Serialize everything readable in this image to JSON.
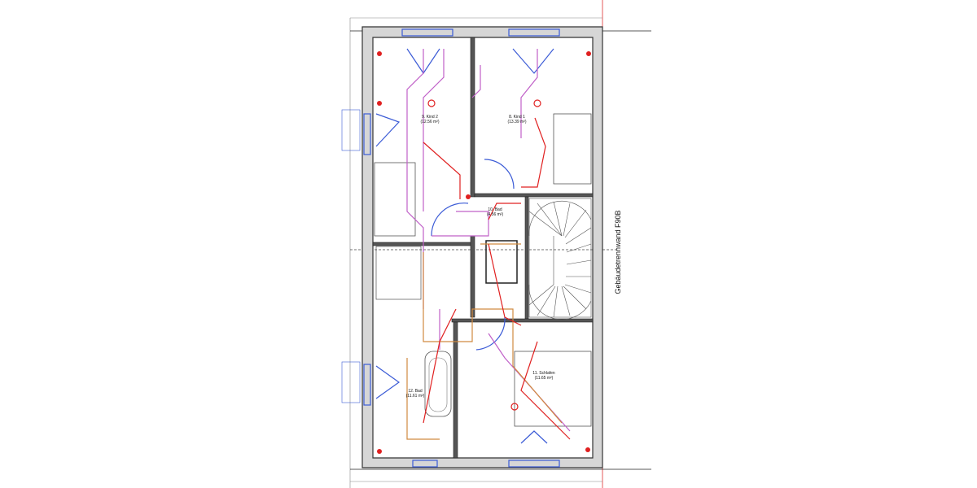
{
  "rooms": [
    {
      "name": "9. Kind 2",
      "area": "(12.56 m²)"
    },
    {
      "name": "8. Kind 1",
      "area": "(13.39 m²)"
    },
    {
      "name": "10. Bad",
      "area": "(4.56 m²)"
    },
    {
      "name": "11. Schlafen",
      "area": "(11.65 m²)"
    },
    {
      "name": "12. Bad",
      "area": "(11.61 m²)"
    }
  ],
  "party_wall_label": "Gebäudetrennwand F90B",
  "colors": {
    "wall": "#d6d6d6",
    "electric": "#e02020",
    "water": "#c060c8",
    "heating": "#d08a40",
    "window": "#3b5bd6",
    "boundary": "#e03030"
  }
}
